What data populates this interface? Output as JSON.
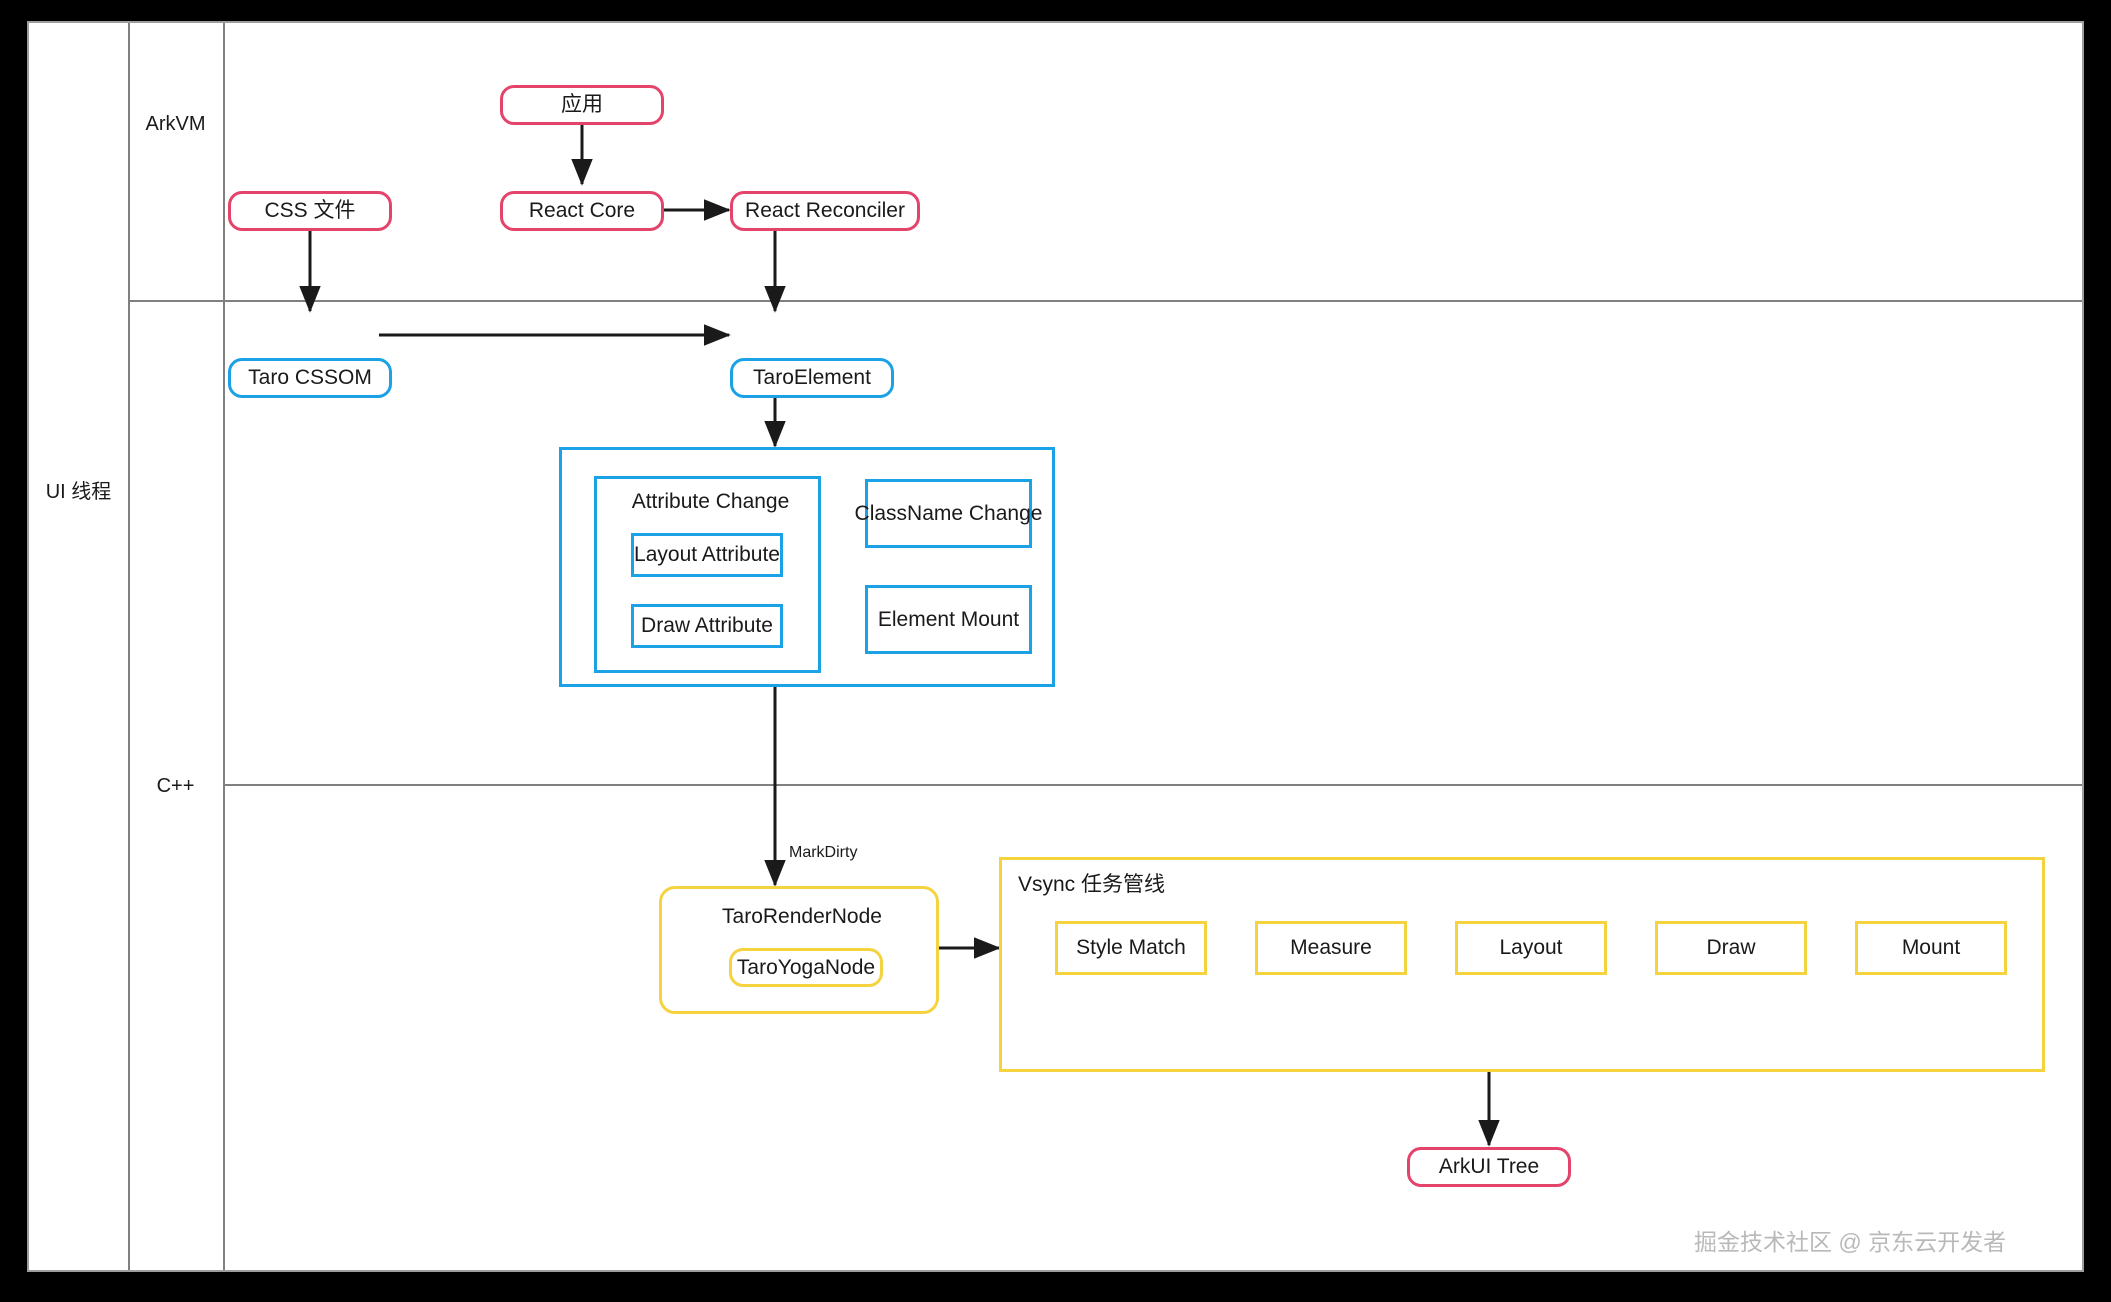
{
  "diagram": {
    "title": "Taro HarmonyOS rendering pipeline swimlane diagram",
    "colors": {
      "pink": "#e4436b",
      "blue": "#1ba1e6",
      "yellow": "#f5d33f",
      "lane_line": "#808080",
      "frame": "#9d9d9d",
      "arrow": "#1a1a1a",
      "background": "#ffffff",
      "outside": "#000000"
    },
    "lanes": {
      "outer": {
        "label": "UI 线程"
      },
      "inner": [
        {
          "label": "ArkVM"
        },
        {
          "label": "C++"
        }
      ]
    },
    "nodes": {
      "app": "应用",
      "css_file": "CSS 文件",
      "react_core": "React Core",
      "react_reconciler": "React Reconciler",
      "taro_cssom": "Taro CSSOM",
      "taro_element": "TaroElement",
      "attribute_change": "Attribute Change",
      "layout_attribute": "Layout Attribute",
      "draw_attribute": "Draw Attribute",
      "classname_change": "ClassName Change",
      "element_mount": "Element Mount",
      "taro_render_node": "TaroRenderNode",
      "taro_yoga_node": "TaroYogaNode",
      "vsync_pipeline": "Vsync 任务管线",
      "style_match": "Style Match",
      "measure": "Measure",
      "layout": "Layout",
      "draw": "Draw",
      "mount": "Mount",
      "arkui_tree": "ArkUI Tree"
    },
    "edge_labels": {
      "mark_dirty": "MarkDirty"
    },
    "watermark": "掘金技术社区 @ 京东云开发者"
  }
}
